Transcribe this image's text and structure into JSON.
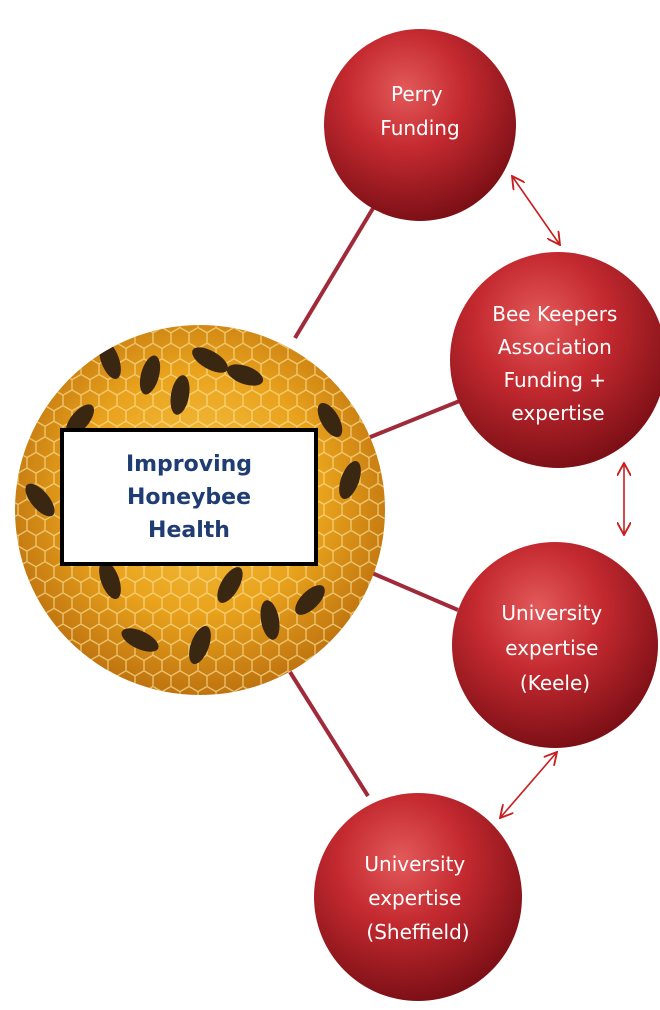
{
  "colors": {
    "node_fill": "#c0242c",
    "node_dark": "#7d1016",
    "connector": "#a02a3a",
    "arrow": "#c81e1e",
    "center_text": "#1f3d72",
    "honey": "#e9a21c"
  },
  "center": {
    "image": "honeycomb-with-bees",
    "lines": [
      "Improving",
      "Honeybee",
      "Health"
    ]
  },
  "nodes": [
    {
      "id": "perry",
      "lines": [
        "Perry",
        "Funding"
      ]
    },
    {
      "id": "beekeepers",
      "lines": [
        "Bee Keepers",
        "Association",
        "Funding +",
        "expertise"
      ]
    },
    {
      "id": "keele",
      "lines": [
        "University",
        "expertise",
        "(Keele)"
      ]
    },
    {
      "id": "sheffield",
      "lines": [
        "University",
        "expertise",
        "(Sheffield)"
      ]
    }
  ]
}
